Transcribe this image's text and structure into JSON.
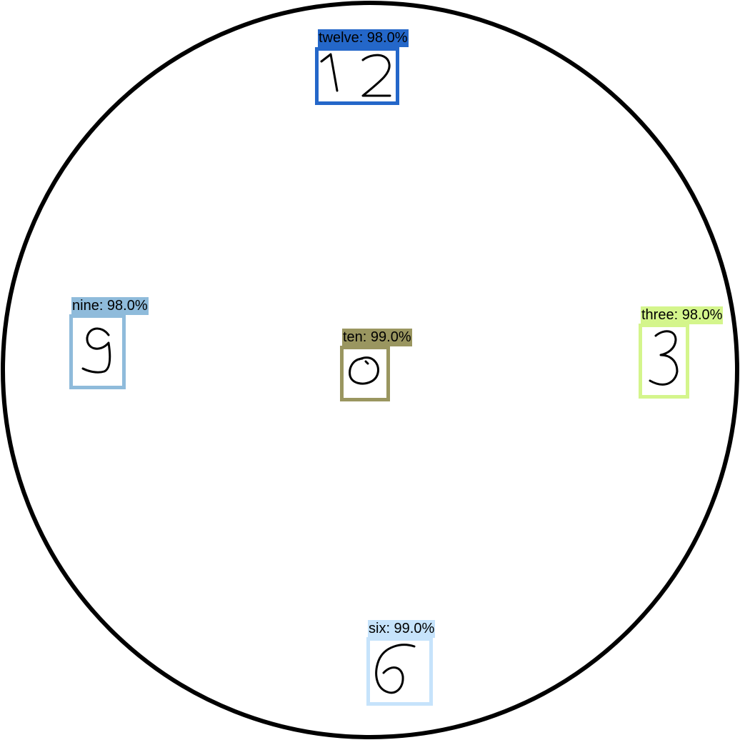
{
  "detections": [
    {
      "id": "twelve",
      "label": "twelve",
      "confidence_text": "98.0%",
      "caption": "twelve: 98.0%",
      "color": "#2467c9",
      "glyph": "digit-12-handwritten"
    },
    {
      "id": "nine",
      "label": "nine",
      "confidence_text": "98.0%",
      "caption": "nine: 98.0%",
      "color": "#8fbbdb",
      "glyph": "digit-9-handwritten"
    },
    {
      "id": "ten",
      "label": "ten",
      "confidence_text": "99.0%",
      "caption": "ten: 99.0%",
      "color": "#9a9660",
      "glyph": "digit-0-handwritten"
    },
    {
      "id": "three",
      "label": "three",
      "confidence_text": "98.0%",
      "caption": "three: 98.0%",
      "color": "#d4f58c",
      "glyph": "digit-3-handwritten"
    },
    {
      "id": "six",
      "label": "six",
      "confidence_text": "99.0%",
      "caption": "six: 99.0%",
      "color": "#c6e3fb",
      "glyph": "digit-6-handwritten"
    }
  ],
  "clock_face": {
    "outline_color": "#000000",
    "background": "#ffffff"
  }
}
